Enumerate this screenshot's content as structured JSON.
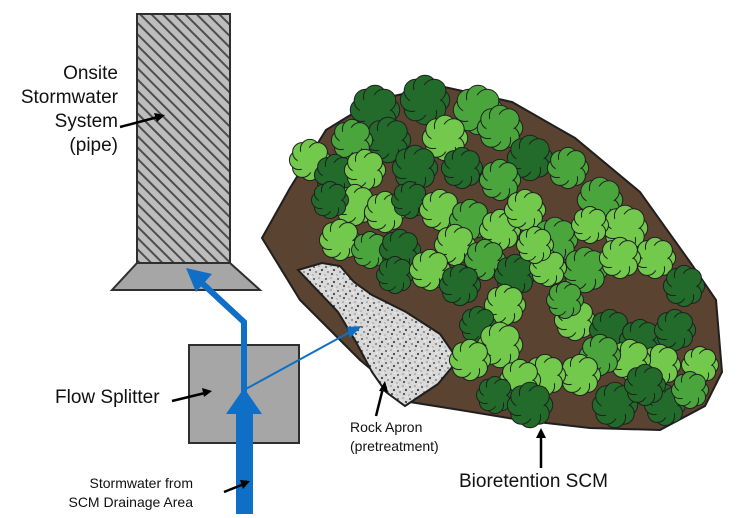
{
  "labels": {
    "pipe": [
      "Onsite",
      "Stormwater",
      "System",
      "(pipe)"
    ],
    "splitter": "Flow Splitter",
    "stormwater": [
      "Stormwater from",
      "SCM Drainage Area"
    ],
    "apron": [
      "Rock Apron",
      "(pretreatment)"
    ],
    "bioretention": "Bioretention SCM"
  },
  "colors": {
    "pipe_hatch": "#555555",
    "pipe_fill": "#a6a6a6",
    "splitter_fill": "#a6a6a6",
    "arrow": "#0f6fc6",
    "soil": "#5b4331",
    "shrub_dark": "#236b2b",
    "shrub_mid": "#4aa53c",
    "shrub_light": "#72c94c"
  }
}
